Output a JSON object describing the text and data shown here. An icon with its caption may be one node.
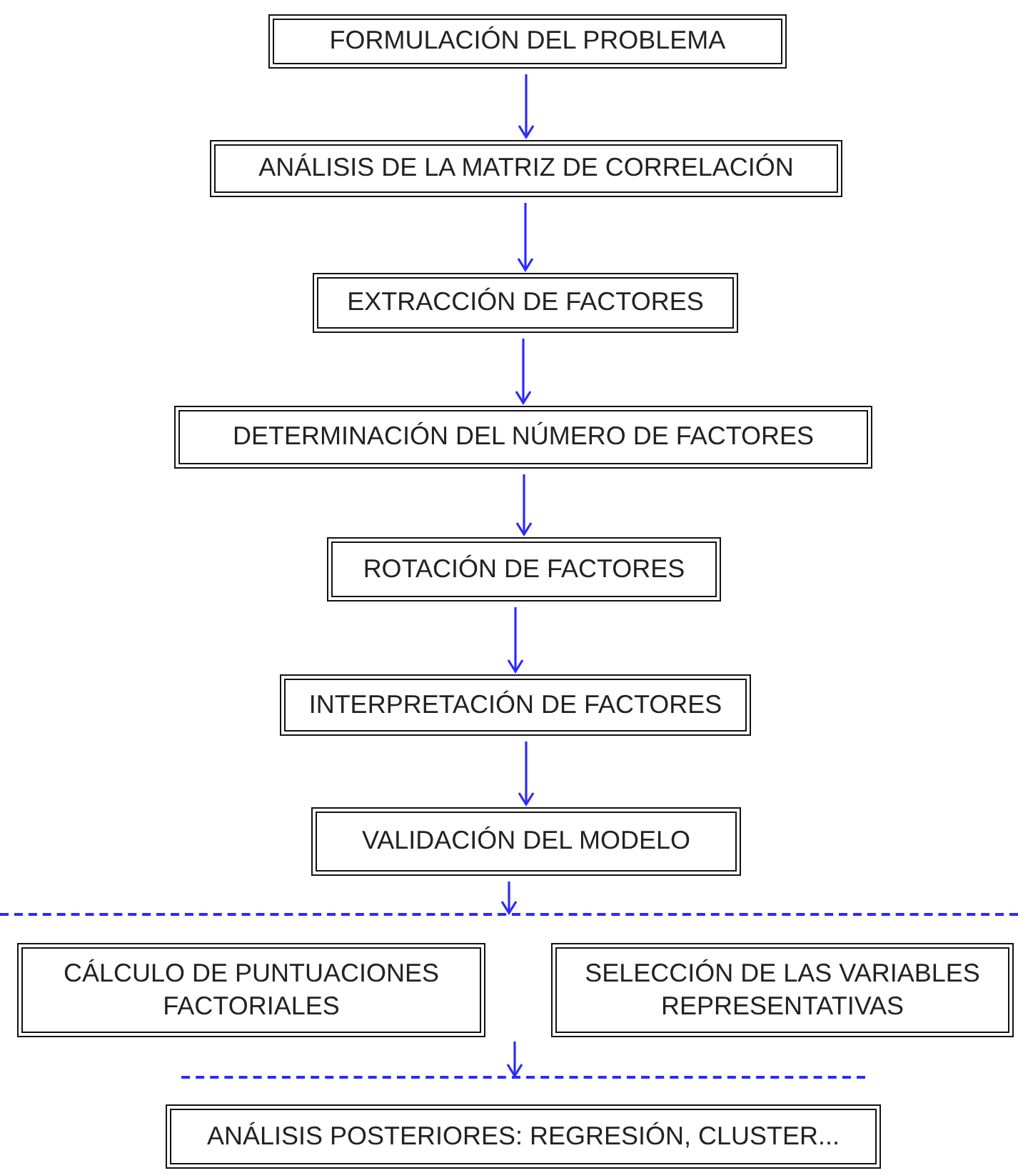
{
  "diagram": {
    "nodes": [
      {
        "text": [
          "FORMULACIÓN DEL PROBLEMA"
        ]
      },
      {
        "text": [
          "ANÁLISIS DE LA MATRIZ DE CORRELACIÓN"
        ]
      },
      {
        "text": [
          "EXTRACCIÓN DE FACTORES"
        ]
      },
      {
        "text": [
          "DETERMINACIÓN DEL NÚMERO DE FACTORES"
        ]
      },
      {
        "text": [
          "ROTACIÓN DE FACTORES"
        ]
      },
      {
        "text": [
          "INTERPRETACIÓN DE FACTORES"
        ]
      },
      {
        "text": [
          "VALIDACIÓN DEL MODELO"
        ]
      },
      {
        "text": [],
        "shape": "bar"
      },
      {
        "text": [
          "CÁLCULO DE PUNTUACIONES FACTORIALES"
        ]
      },
      {
        "text": [
          "SELECCIÓN DE LAS VARIABLES REPRESENTATIVAS"
        ]
      },
      {
        "text": [],
        "shape": "bar"
      },
      {
        "text": [
          "ANÁLISIS POSTERIORES: REGRESIÓN, CLUSTER..."
        ]
      }
    ],
    "edges": [
      {
        "from": 0,
        "to": 1,
        "arrow": "to"
      },
      {
        "from": 1,
        "to": 2,
        "arrow": "to"
      },
      {
        "from": 2,
        "to": 3,
        "arrow": "to"
      },
      {
        "from": 3,
        "to": 4,
        "arrow": "to"
      },
      {
        "from": 4,
        "to": 5,
        "arrow": "to"
      },
      {
        "from": 5,
        "to": 6,
        "arrow": "to"
      },
      {
        "from": 6,
        "to": 7,
        "arrow": "to"
      },
      {
        "from": null,
        "to": 10,
        "arrow": "to"
      }
    ]
  }
}
